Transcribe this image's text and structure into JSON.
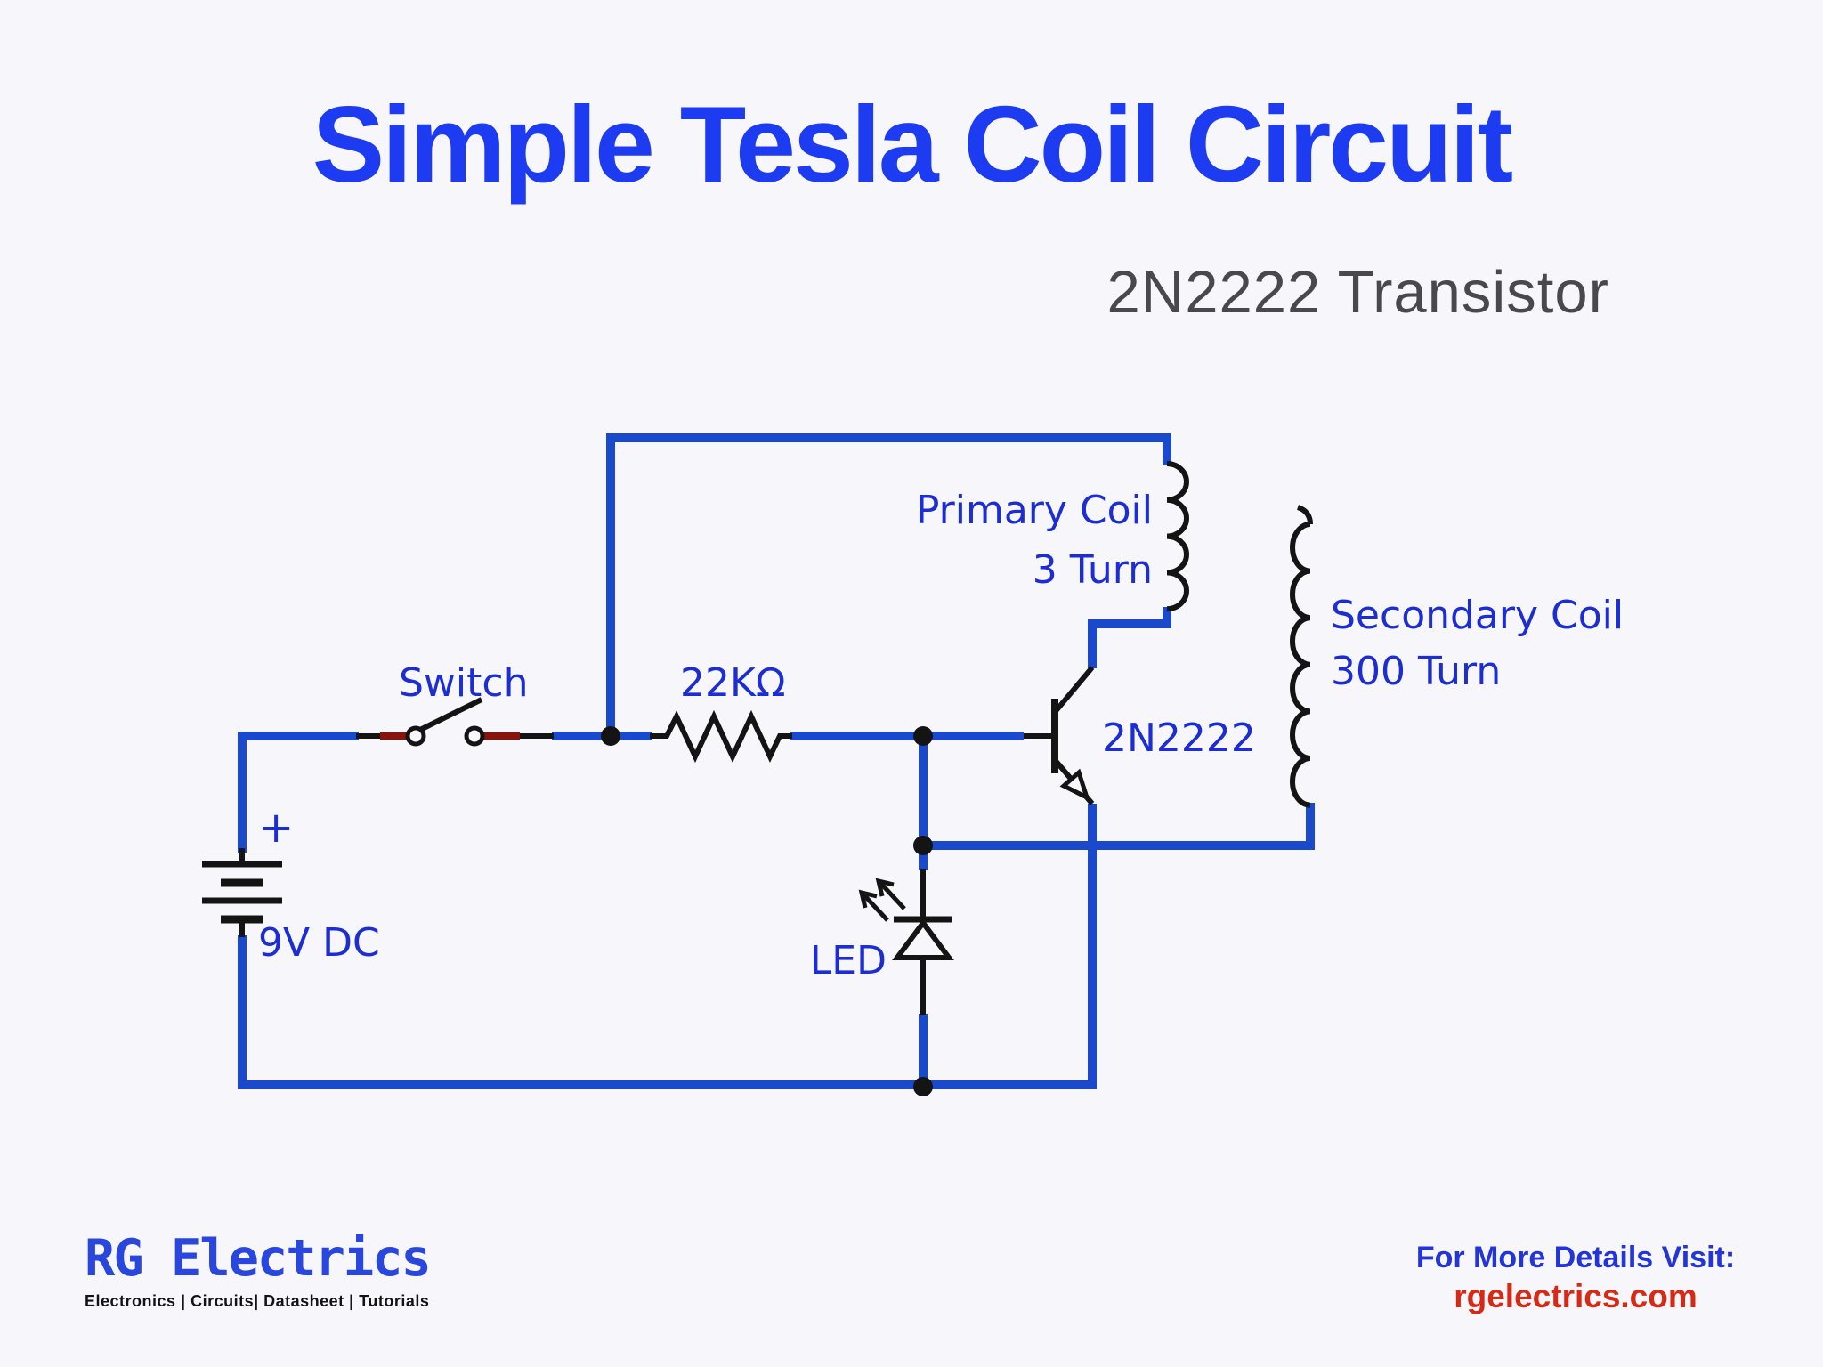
{
  "colors": {
    "bg": "#f7f7fb",
    "ink": "#141414",
    "wire": "#1a49cb",
    "label": "#1c2ed2",
    "title": "#1d3cf2",
    "subtitle": "#48484d",
    "contact": "#8a140b",
    "logo": "#2946dd",
    "footer_blue": "#2335d8",
    "footer_red": "#d62a16"
  },
  "header": {
    "title": "Simple Tesla Coil Circuit",
    "subtitle": "2N2222 Transistor"
  },
  "circuit": {
    "battery": {
      "polarity": "+",
      "label": "9V DC"
    },
    "switch": {
      "label": "Switch"
    },
    "resistor": {
      "label": "22KΩ"
    },
    "transistor": {
      "label": "2N2222"
    },
    "led": {
      "label": "LED"
    },
    "primary_coil": {
      "name": "Primary Coil",
      "turns": "3 Turn"
    },
    "secondary_coil": {
      "name": "Secondary Coil",
      "turns": "300 Turn"
    }
  },
  "footer": {
    "brand": "RG Electrics",
    "tagline": "Electronics | Circuits| Datasheet | Tutorials",
    "visit_line1": "For More Details Visit:",
    "visit_line2": "rgelectrics.com"
  }
}
